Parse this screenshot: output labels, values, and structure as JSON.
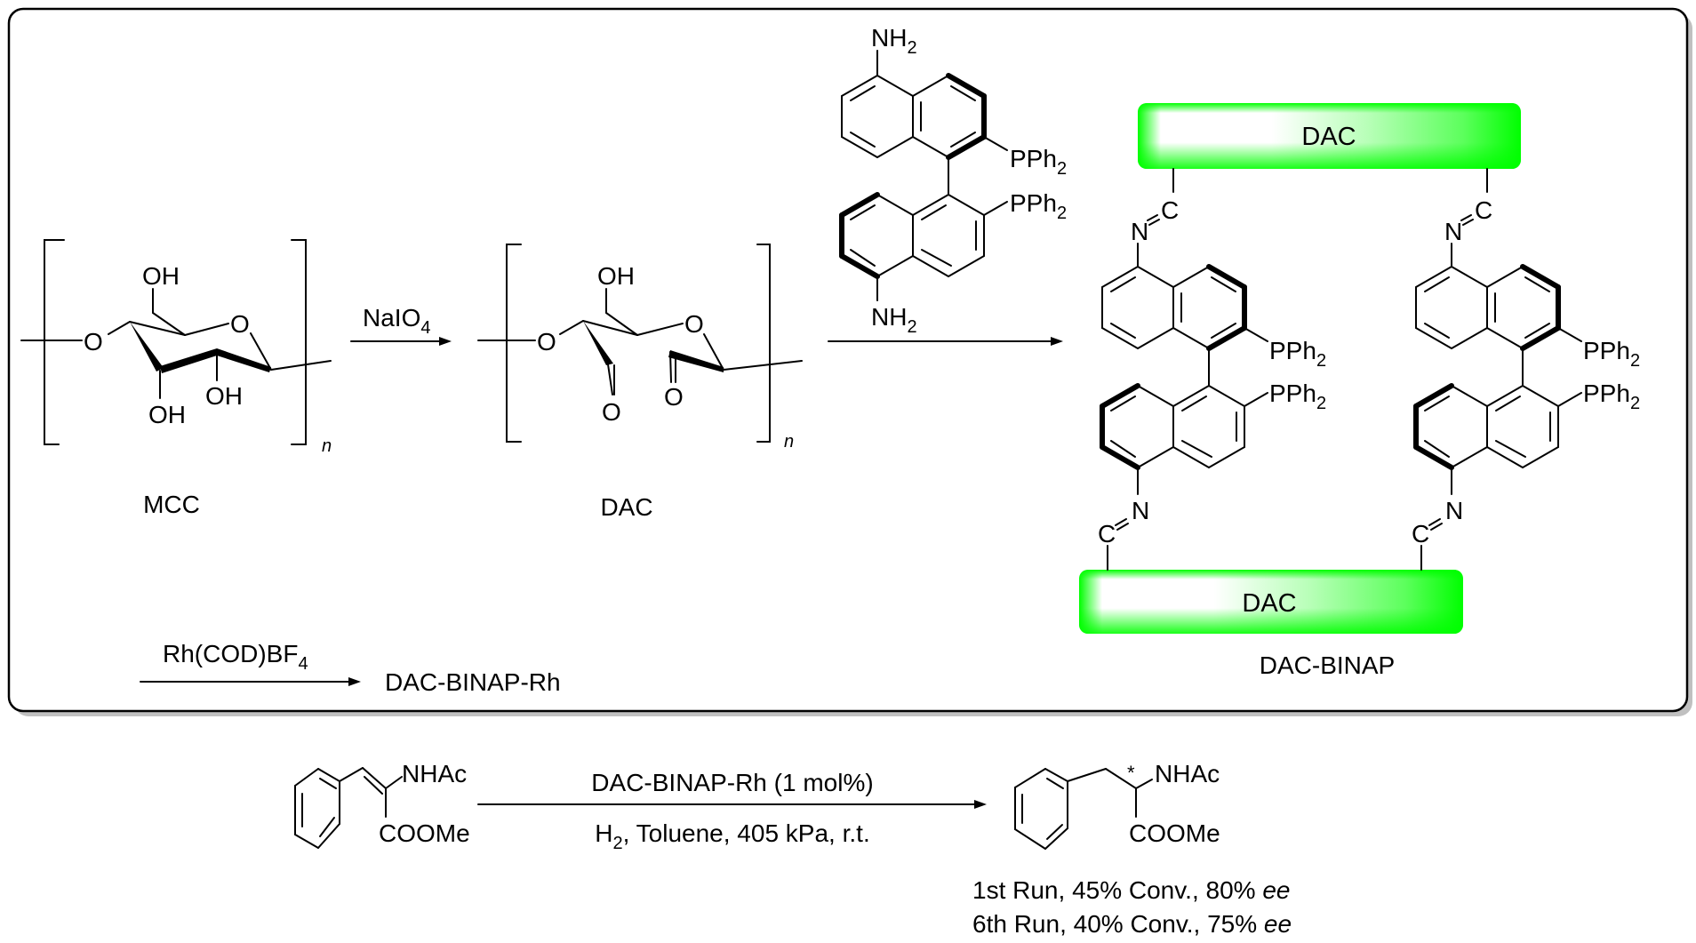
{
  "scheme": {
    "compounds": {
      "mcc": {
        "label": "MCC",
        "groups": [
          "OH",
          "OH",
          "OH",
          "O",
          "O"
        ],
        "repeat_subscript": "n"
      },
      "dac": {
        "label": "DAC",
        "groups": [
          "OH",
          "O",
          "O",
          "O",
          "O"
        ],
        "repeat_subscript": "n"
      },
      "diamine_binap": {
        "groups": [
          "NH",
          "2",
          "NH",
          "2",
          "PPh",
          "2",
          "PPh",
          "2"
        ]
      },
      "dac_binap": {
        "label": "DAC-BINAP",
        "block_label": "DAC",
        "imine_n": "N",
        "imine_c": "C",
        "pph2": "PPh",
        "pph2_sub": "2"
      },
      "substrate": {
        "nhac": "NHAc",
        "coome": "COOMe"
      },
      "product": {
        "nhac": "NHAc",
        "coome": "COOMe",
        "stereo_mark": "*"
      }
    },
    "arrows": {
      "step1": {
        "reagent": "NaIO",
        "reagent_sub": "4"
      },
      "step2": {
        "reagent": ""
      },
      "step3": {
        "reagent": "Rh(COD)BF",
        "reagent_sub": "4",
        "product": "DAC-BINAP-Rh"
      },
      "hydrogenation": {
        "above": "DAC-BINAP-Rh (1 mol%)",
        "below_h": "H",
        "below_h_sub": "2",
        "below_rest": ", Toluene, 405 kPa, r.t."
      }
    },
    "results": [
      {
        "run": "1st Run",
        "conversion": "45% Conv.",
        "ee_value": "80%",
        "ee_label": "ee"
      },
      {
        "run": "6th Run",
        "conversion": "40% Conv.",
        "ee_value": "75%",
        "ee_label": "ee"
      }
    ],
    "colors": {
      "dac_block_edge": "#00ff00",
      "dac_block_highlight": "#ffffff",
      "frame_shadow": "#c0c0c0",
      "frame_border": "#000000"
    }
  }
}
